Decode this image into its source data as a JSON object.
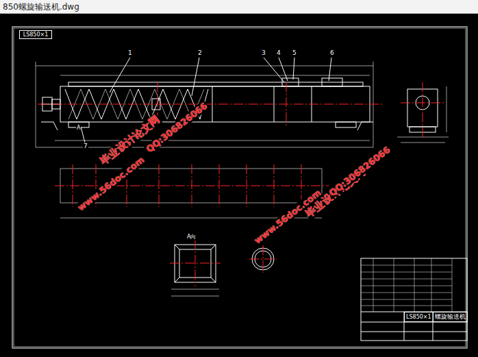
{
  "diagram": {
    "title": "850螺旋输送机.dwg",
    "nodes": [
      {
        "text": [
          "LS850×1"
        ]
      },
      {
        "text": [
          "LS850×1"
        ]
      },
      {
        "text": [
          "螺旋输送机"
        ]
      }
    ],
    "edges": [],
    "labels": [
      "1",
      "2",
      "3",
      "4",
      "5",
      "6",
      "7",
      "A",
      "A向",
      "毕业设计论文网",
      "QQ:306826066",
      "www.56doc.com",
      "毕业设计论文网",
      "QQ:306826066",
      "www.56doc.com"
    ]
  }
}
